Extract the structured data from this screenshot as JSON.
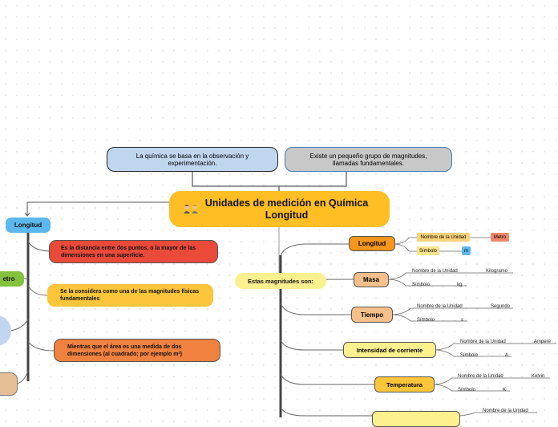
{
  "colors": {
    "main": "#ffbf24",
    "orange": "#f6961d",
    "peach": "#f7c08b",
    "yellow": "#fdf08e",
    "grey": "#c8c8c8",
    "blue": "#c0d6ee",
    "red": "#ea4a3a",
    "green": "#84c13d",
    "sky": "#5cb8ec"
  },
  "top": {
    "left_note": "La química se basa en la observación y experimentación.",
    "right_note": "Existe un pequeño grupo de magnitudes, llamadas fundamentales."
  },
  "main": {
    "icon": "people-icon",
    "title_line1": "Unidades de medición en Química",
    "title_line2": "Longitud"
  },
  "left": {
    "longitud": "Longitud",
    "metro": "etro",
    "red_text": "Es la distancia entre dos puntos, o la mayor de las dimensiones en una superficie.",
    "yellow_text": "Se la considera como una de las magnitudes físicas fundamentales",
    "orange_text": "Mientras que el área es una medida de dos dimensiones (al cuadrado; por ejemplo m²)"
  },
  "right": {
    "hub": "Estas magnitudes son:",
    "items": [
      {
        "name": "Longitud",
        "unit_label": "Nombre de la Unidad",
        "unit": "Metro",
        "symbol_label": "Símbolo",
        "symbol": "m"
      },
      {
        "name": "Masa",
        "unit_label": "Nombre de la Unidad",
        "unit": "Kilogramo",
        "symbol_label": "Símbolo",
        "symbol": "kg"
      },
      {
        "name": "Tiempo",
        "unit_label": "Nombre de la Unidad",
        "unit": "Segundo",
        "symbol_label": "Símbolo",
        "symbol": "s"
      },
      {
        "name": "Intensidad de corriente",
        "unit_label": "Nombre de la Unidad",
        "unit": "Ampere",
        "symbol_label": "Símbolo",
        "symbol": "A"
      },
      {
        "name": "Temperatura",
        "unit_label": "Nombre de la Unidad",
        "unit": "Kelvin",
        "symbol_label": "Símbolo",
        "symbol": "K"
      },
      {
        "unit_label": "Nombre de la Unidad"
      }
    ]
  }
}
